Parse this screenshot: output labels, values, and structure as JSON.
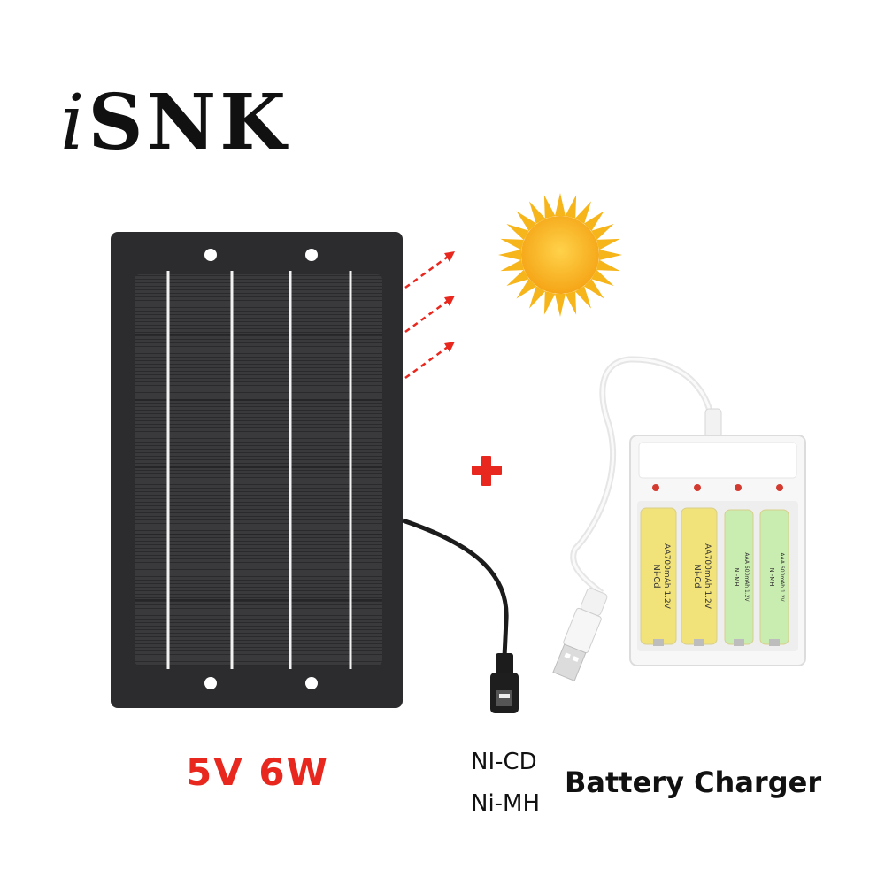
{
  "brand": {
    "logo_i": "i",
    "logo_rest": "SNK"
  },
  "panel": {
    "spec": "5V 6W"
  },
  "charger": {
    "type_1": "NI-CD",
    "type_2": "Ni-MH",
    "label": "Battery Charger",
    "batteries": [
      {
        "chem": "Ni-Cd",
        "spec": "AA700mAh 1.2V",
        "color": "#f2e27a"
      },
      {
        "chem": "Ni-Cd",
        "spec": "AA700mAh 1.2V",
        "color": "#f2e27a"
      },
      {
        "chem": "Ni-MH",
        "spec": "AAA 600mAh 1.2V",
        "color": "#c9ecb0"
      },
      {
        "chem": "Ni-MH",
        "spec": "AAA 600mAh 1.2V",
        "color": "#c9ecb0"
      }
    ]
  },
  "colors": {
    "spec_red": "#e8281e",
    "plus_red": "#e8281e",
    "sun": "#f7b51c",
    "panel": "#2e2e2e"
  }
}
